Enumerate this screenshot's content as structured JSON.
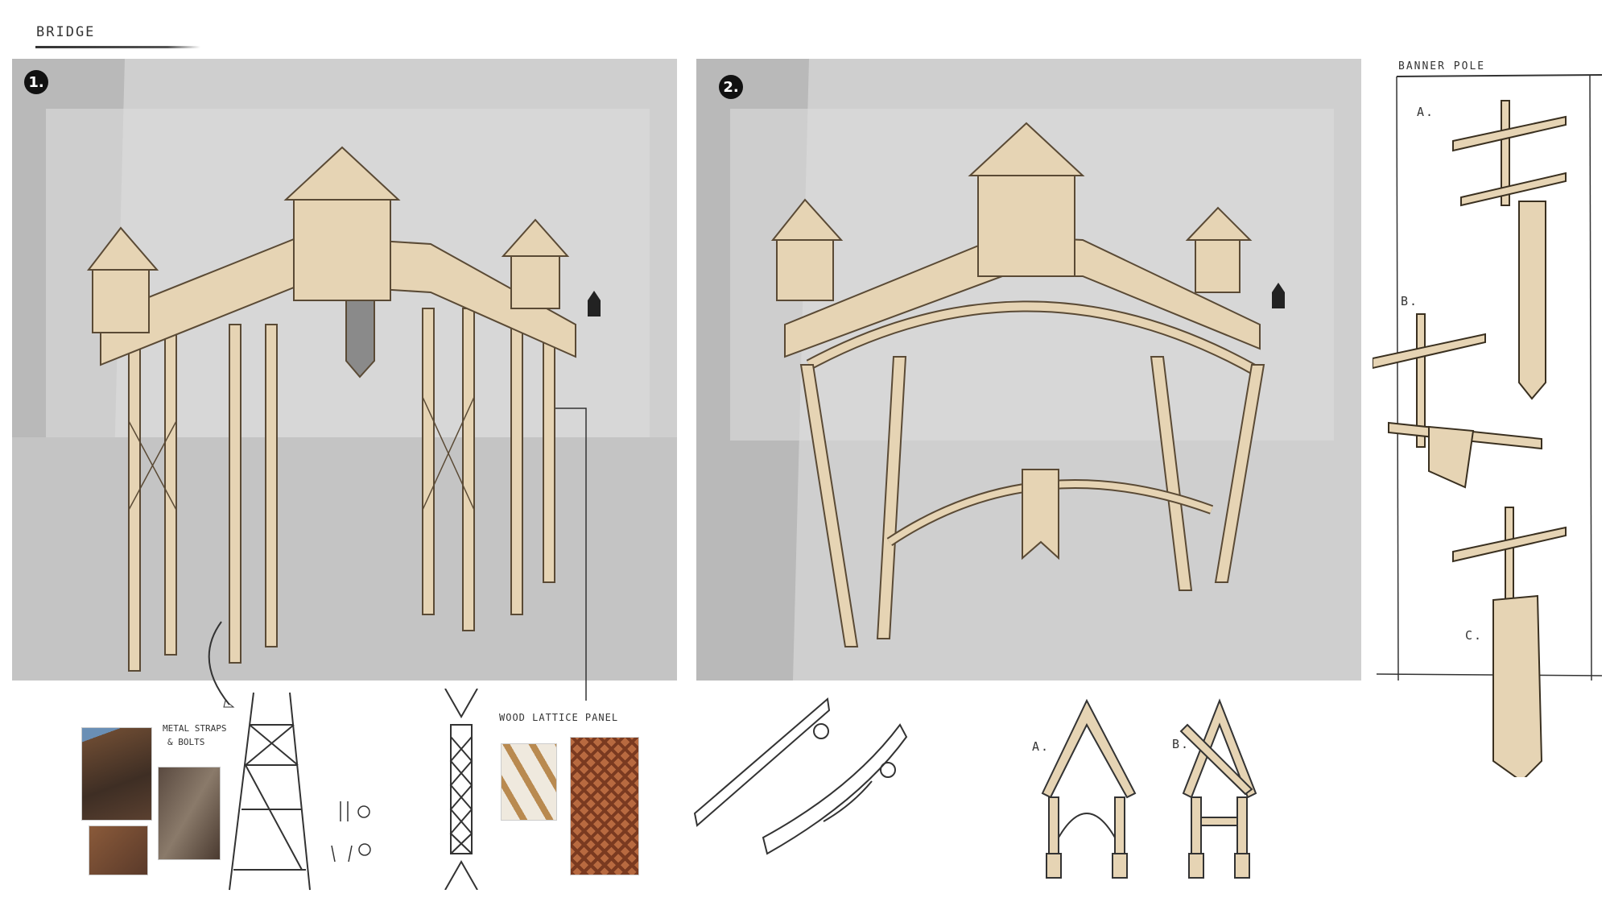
{
  "sheet": {
    "title": "Bridge",
    "panels": [
      {
        "number": "1."
      },
      {
        "number": "2."
      }
    ],
    "banner_pole": {
      "title": "Banner Pole",
      "variants": [
        "A.",
        "B.",
        "C."
      ]
    },
    "details": {
      "metal_straps_label": "Metal straps",
      "bolts_label": "& bolts",
      "lattice_label": "Wood lattice panel"
    },
    "gate_variants": [
      "A.",
      "B."
    ]
  },
  "colors": {
    "wood": "#e6d4b4",
    "stone": "#c9c9c9",
    "ink": "#2a2a2a"
  }
}
